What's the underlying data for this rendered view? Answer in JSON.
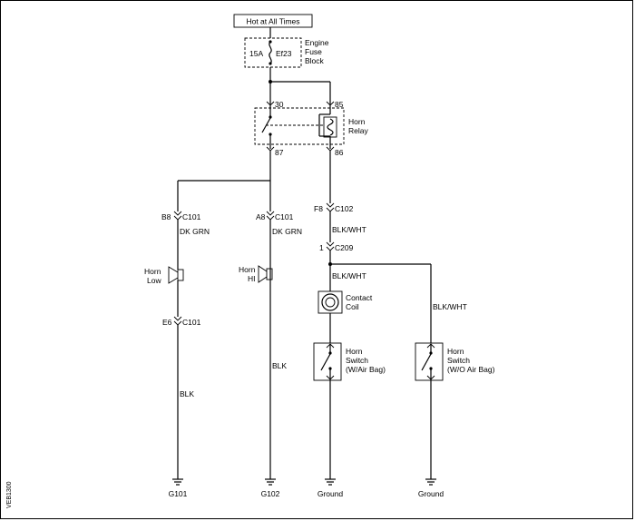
{
  "header": {
    "power_label": "Hot at All Times"
  },
  "fuse_block": {
    "rating": "15A",
    "fuse_id": "Ef23",
    "name_lines": [
      "Engine",
      "Fuse",
      "Block"
    ]
  },
  "relay": {
    "pin_30": "30",
    "pin_85": "85",
    "pin_87": "87",
    "pin_86": "86",
    "name_lines": [
      "Horn",
      "Relay"
    ]
  },
  "left_branch": {
    "conn_pin": "B8",
    "conn_id": "C101",
    "wire": "DK GRN",
    "horn_lines": [
      "Horn",
      "Low"
    ],
    "conn2_pin": "E6",
    "conn2_id": "C101",
    "wire2": "BLK",
    "ground": "G101"
  },
  "middle_branch": {
    "conn_pin": "A8",
    "conn_id": "C101",
    "wire": "DK GRN",
    "horn_lines": [
      "Horn",
      "HI"
    ],
    "wire2": "BLK",
    "ground": "G102"
  },
  "right_branch": {
    "conn_pin": "F8",
    "conn_id": "C102",
    "wire": "BLK/WHT",
    "splice_pin": "1",
    "splice_id": "C209",
    "wire2": "BLK/WHT",
    "coil_lines": [
      "Contact",
      "Coil"
    ],
    "switch_lines": [
      "Horn",
      "Switch",
      "(W/Air Bag)"
    ],
    "ground": "Ground"
  },
  "far_right_branch": {
    "wire": "BLK/WHT",
    "switch_lines": [
      "Horn",
      "Switch",
      "(W/O Air Bag)"
    ],
    "ground": "Ground"
  },
  "side_code": "VEB1300"
}
